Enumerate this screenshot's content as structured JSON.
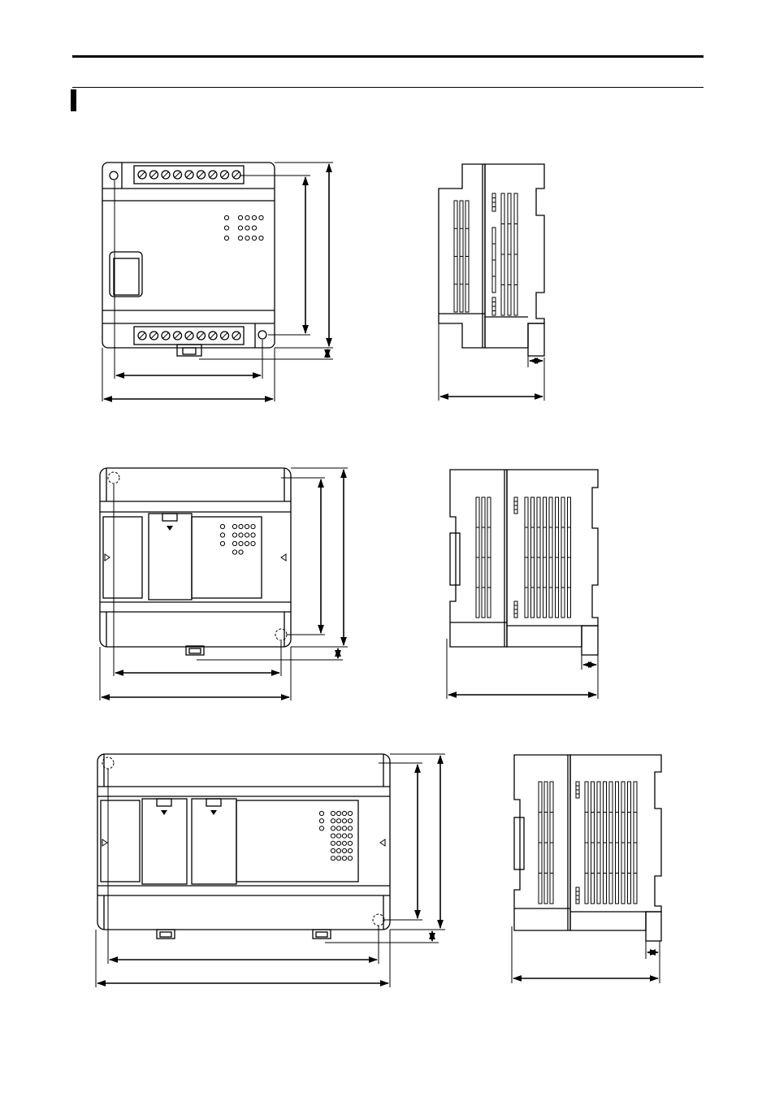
{
  "page": {
    "section_title": ""
  },
  "figures": [
    {
      "id": "unit-small",
      "views": [
        "front",
        "side"
      ]
    },
    {
      "id": "unit-medium",
      "views": [
        "front",
        "side"
      ]
    },
    {
      "id": "unit-large",
      "views": [
        "front",
        "side"
      ]
    }
  ]
}
